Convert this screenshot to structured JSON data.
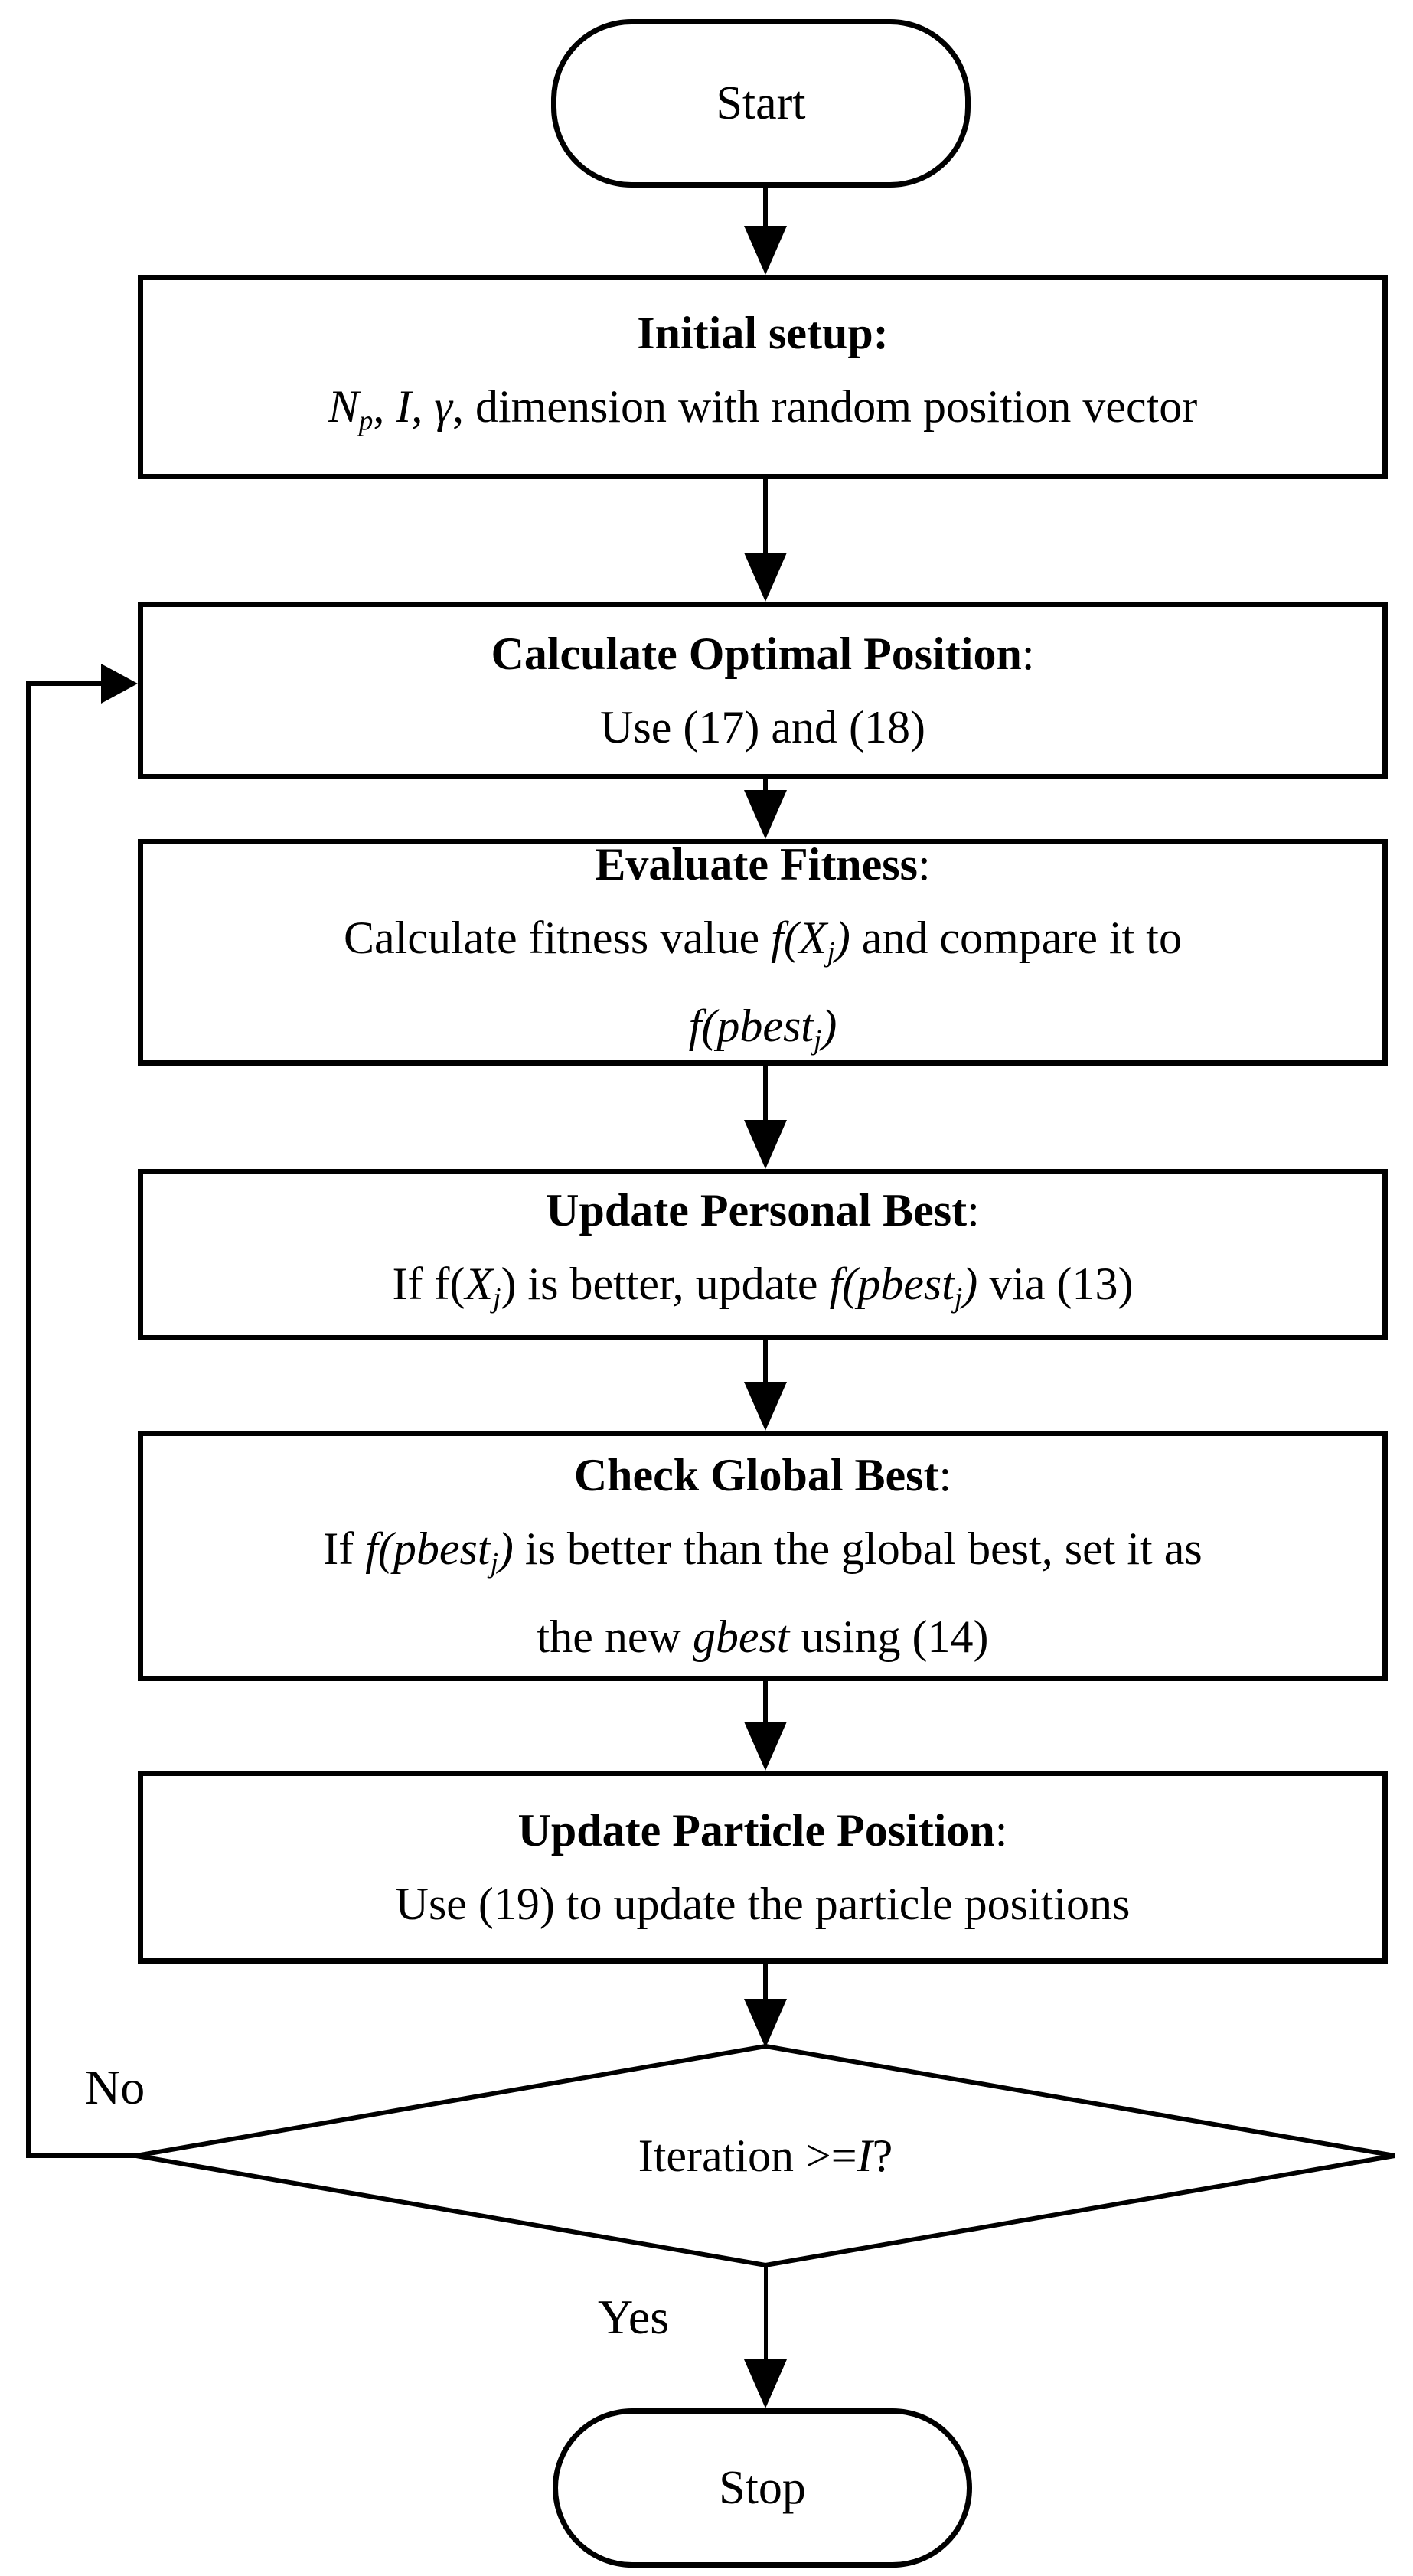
{
  "flowchart": {
    "start": {
      "label": "Start"
    },
    "initial_setup": {
      "title": "Initial setup:",
      "body": [
        "N",
        "p",
        ", ",
        "I",
        ", ",
        "γ",
        ", dimension with random position vector"
      ]
    },
    "calc_optimal": {
      "title": "Calculate Optimal Position",
      "colon": ":",
      "body": "Use (17) and (18)"
    },
    "evaluate_fitness": {
      "title": "Evaluate Fitness",
      "colon": ":",
      "line1": [
        "Calculate fitness value ",
        "f(X",
        "j",
        ")",
        " and compare it to"
      ],
      "line2": [
        "f(pbest",
        "j",
        ")"
      ]
    },
    "update_personal_best": {
      "title": "Update Personal Best",
      "colon": ":",
      "body": [
        "If f(",
        "X",
        "j",
        ") is better, update ",
        "f(pbest",
        "j",
        ")",
        " via (13)"
      ]
    },
    "check_global_best": {
      "title": "Check Global Best",
      "colon": ":",
      "line1": [
        "If ",
        "f(pbest",
        "j",
        ")",
        " is better than the global best, set it as"
      ],
      "line2": [
        "the new ",
        "gbest",
        " using (14)"
      ]
    },
    "update_particle_position": {
      "title": "Update Particle Position",
      "colon": ":",
      "body": "Use (19) to update the particle positions"
    },
    "decision": {
      "text": [
        "Iteration >= ",
        "I",
        " ?"
      ]
    },
    "stop": {
      "label": "Stop"
    },
    "labels": {
      "no": "No",
      "yes": "Yes"
    },
    "colors": {
      "stroke": "#000000",
      "fill": "#ffffff"
    }
  }
}
